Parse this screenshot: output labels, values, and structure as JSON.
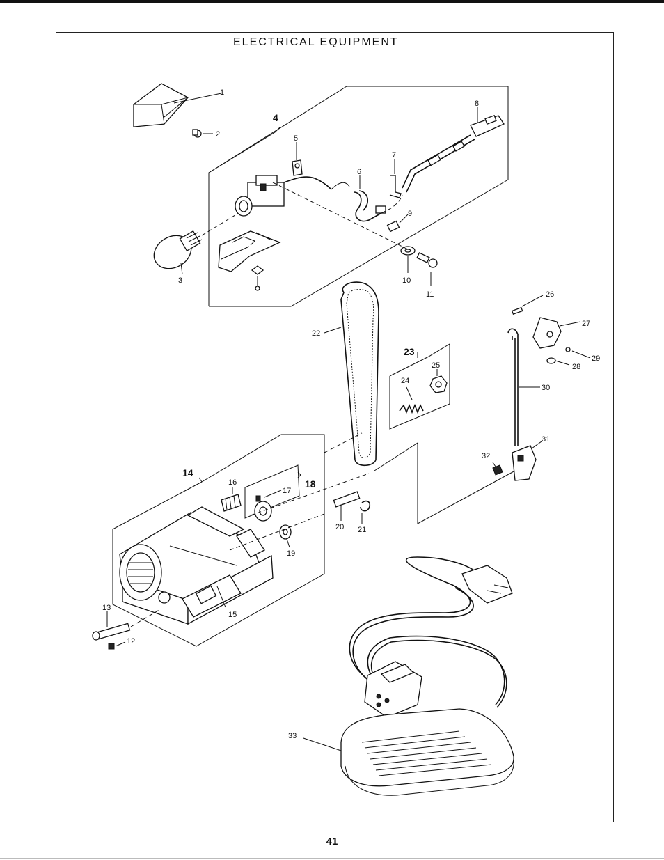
{
  "title": "ELECTRICAL EQUIPMENT",
  "page_number": "41",
  "callouts": {
    "c1": "1",
    "c2": "2",
    "c3": "3",
    "c4": "4",
    "c5": "5",
    "c6": "6",
    "c7": "7",
    "c8": "8",
    "c9": "9",
    "c10": "10",
    "c11": "11",
    "c12": "12",
    "c13": "13",
    "c14": "14",
    "c15": "15",
    "c16": "16",
    "c17": "17",
    "c18": "18",
    "c19": "19",
    "c20": "20",
    "c21": "21",
    "c22": "22",
    "c23": "23",
    "c24": "24",
    "c25": "25",
    "c26": "26",
    "c27": "27",
    "c28": "28",
    "c29": "29",
    "c30": "30",
    "c31": "31",
    "c32": "32",
    "c33": "33"
  }
}
